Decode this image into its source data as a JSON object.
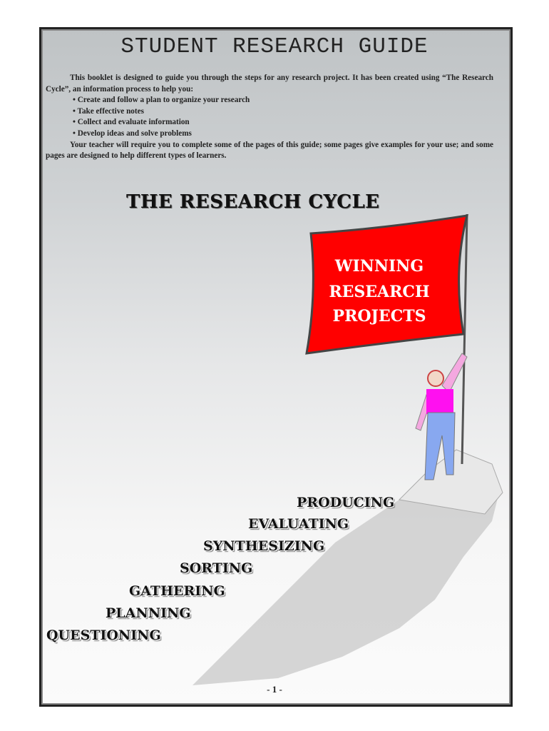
{
  "document": {
    "title": "STUDENT RESEARCH GUIDE",
    "intro_paragraph": "This booklet is designed to guide you through the steps for any research project. It has been created using “The Research Cycle”, an information process to help you:",
    "bullets": [
      "Create and follow a plan to organize your research",
      "Take effective notes",
      "Collect and evaluate information",
      "Develop ideas and solve problems"
    ],
    "closing_paragraph": "Your teacher will require you to complete some of the pages of this guide; some pages give examples for your use; and some pages are designed to help different types of learners.",
    "cycle_title": "THE RESEARCH CYCLE",
    "flag_lines": [
      "WINNING",
      "RESEARCH",
      "PROJECTS"
    ],
    "steps": [
      "PRODUCING",
      "EVALUATING",
      "SYNTHESIZING",
      "SORTING",
      "GATHERING",
      "PLANNING",
      "QUESTIONING"
    ],
    "page_number": "- 1 -"
  },
  "colors": {
    "flag": "#ff0000",
    "shirt": "#f4a8e0",
    "vest": "#ff10f0",
    "pants": "#88a8f0"
  }
}
